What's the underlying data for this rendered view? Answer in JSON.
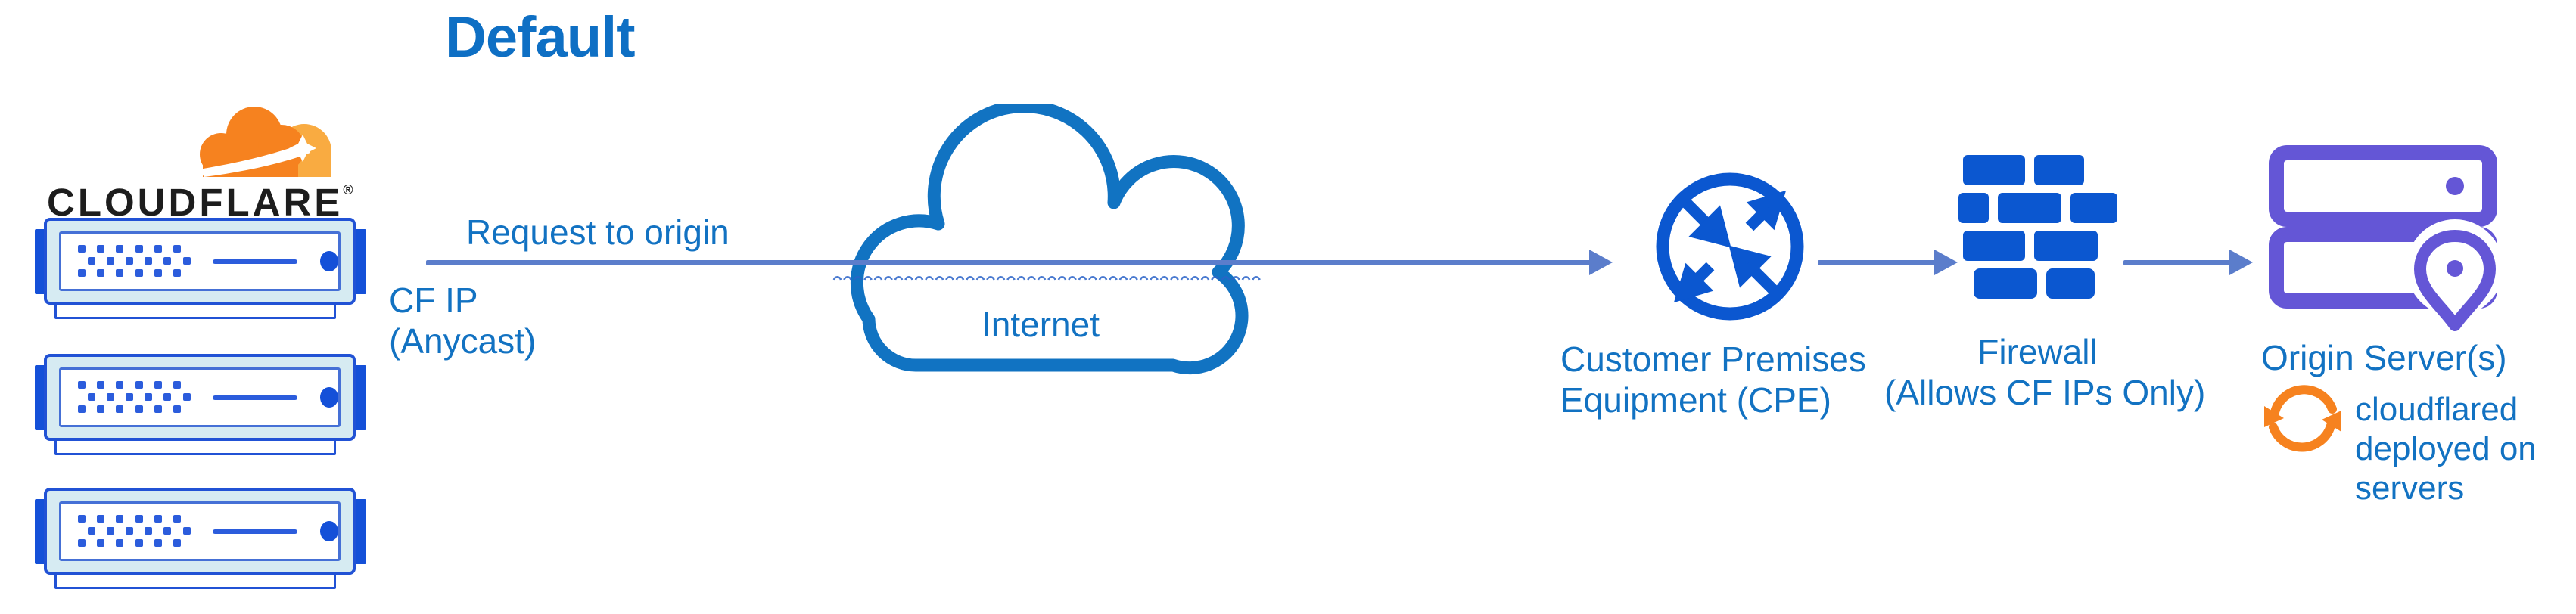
{
  "title": "Default",
  "logo": {
    "wordmark": "CLOUDFLARE",
    "registered": "®",
    "icon": "cloudflare-cloud-icon"
  },
  "edge_servers": {
    "count": 3,
    "icon": "edge-server-icon"
  },
  "flow": {
    "request_label": "Request to origin",
    "request_sublabel_line1": "CF IP",
    "request_sublabel_line2": "(Anycast)"
  },
  "internet": {
    "label": "Internet",
    "icon": "internet-cloud-icon"
  },
  "cpe": {
    "label_line1": "Customer Premises",
    "label_line2": "Equipment (CPE)",
    "icon": "router-icon"
  },
  "firewall": {
    "label_line1": "Firewall",
    "label_line2": "(Allows CF IPs Only)",
    "icon": "brick-wall-icon"
  },
  "origin": {
    "label": "Origin Server(s)",
    "icon": "origin-servers-icon",
    "note_icon": "sync-arrows-icon",
    "note_line1": "cloudflared",
    "note_line2": "deployed on",
    "note_line3": "servers"
  },
  "colors": {
    "heading_blue": "#0e6fc4",
    "text_blue": "#1272c2",
    "arrow_slate_blue": "#5b7dcb",
    "icon_blue": "#0b57d0",
    "cloud_stroke_blue": "#1173c2",
    "server_border_blue": "#2152d5",
    "server_fill_light": "#d6ebf2",
    "server_tab_blue": "#1450d8",
    "origin_purple": "#6456d6",
    "cf_orange": "#f6821f",
    "cf_orange_light": "#f9ab41",
    "wordmark_black": "#1d1d1d"
  }
}
